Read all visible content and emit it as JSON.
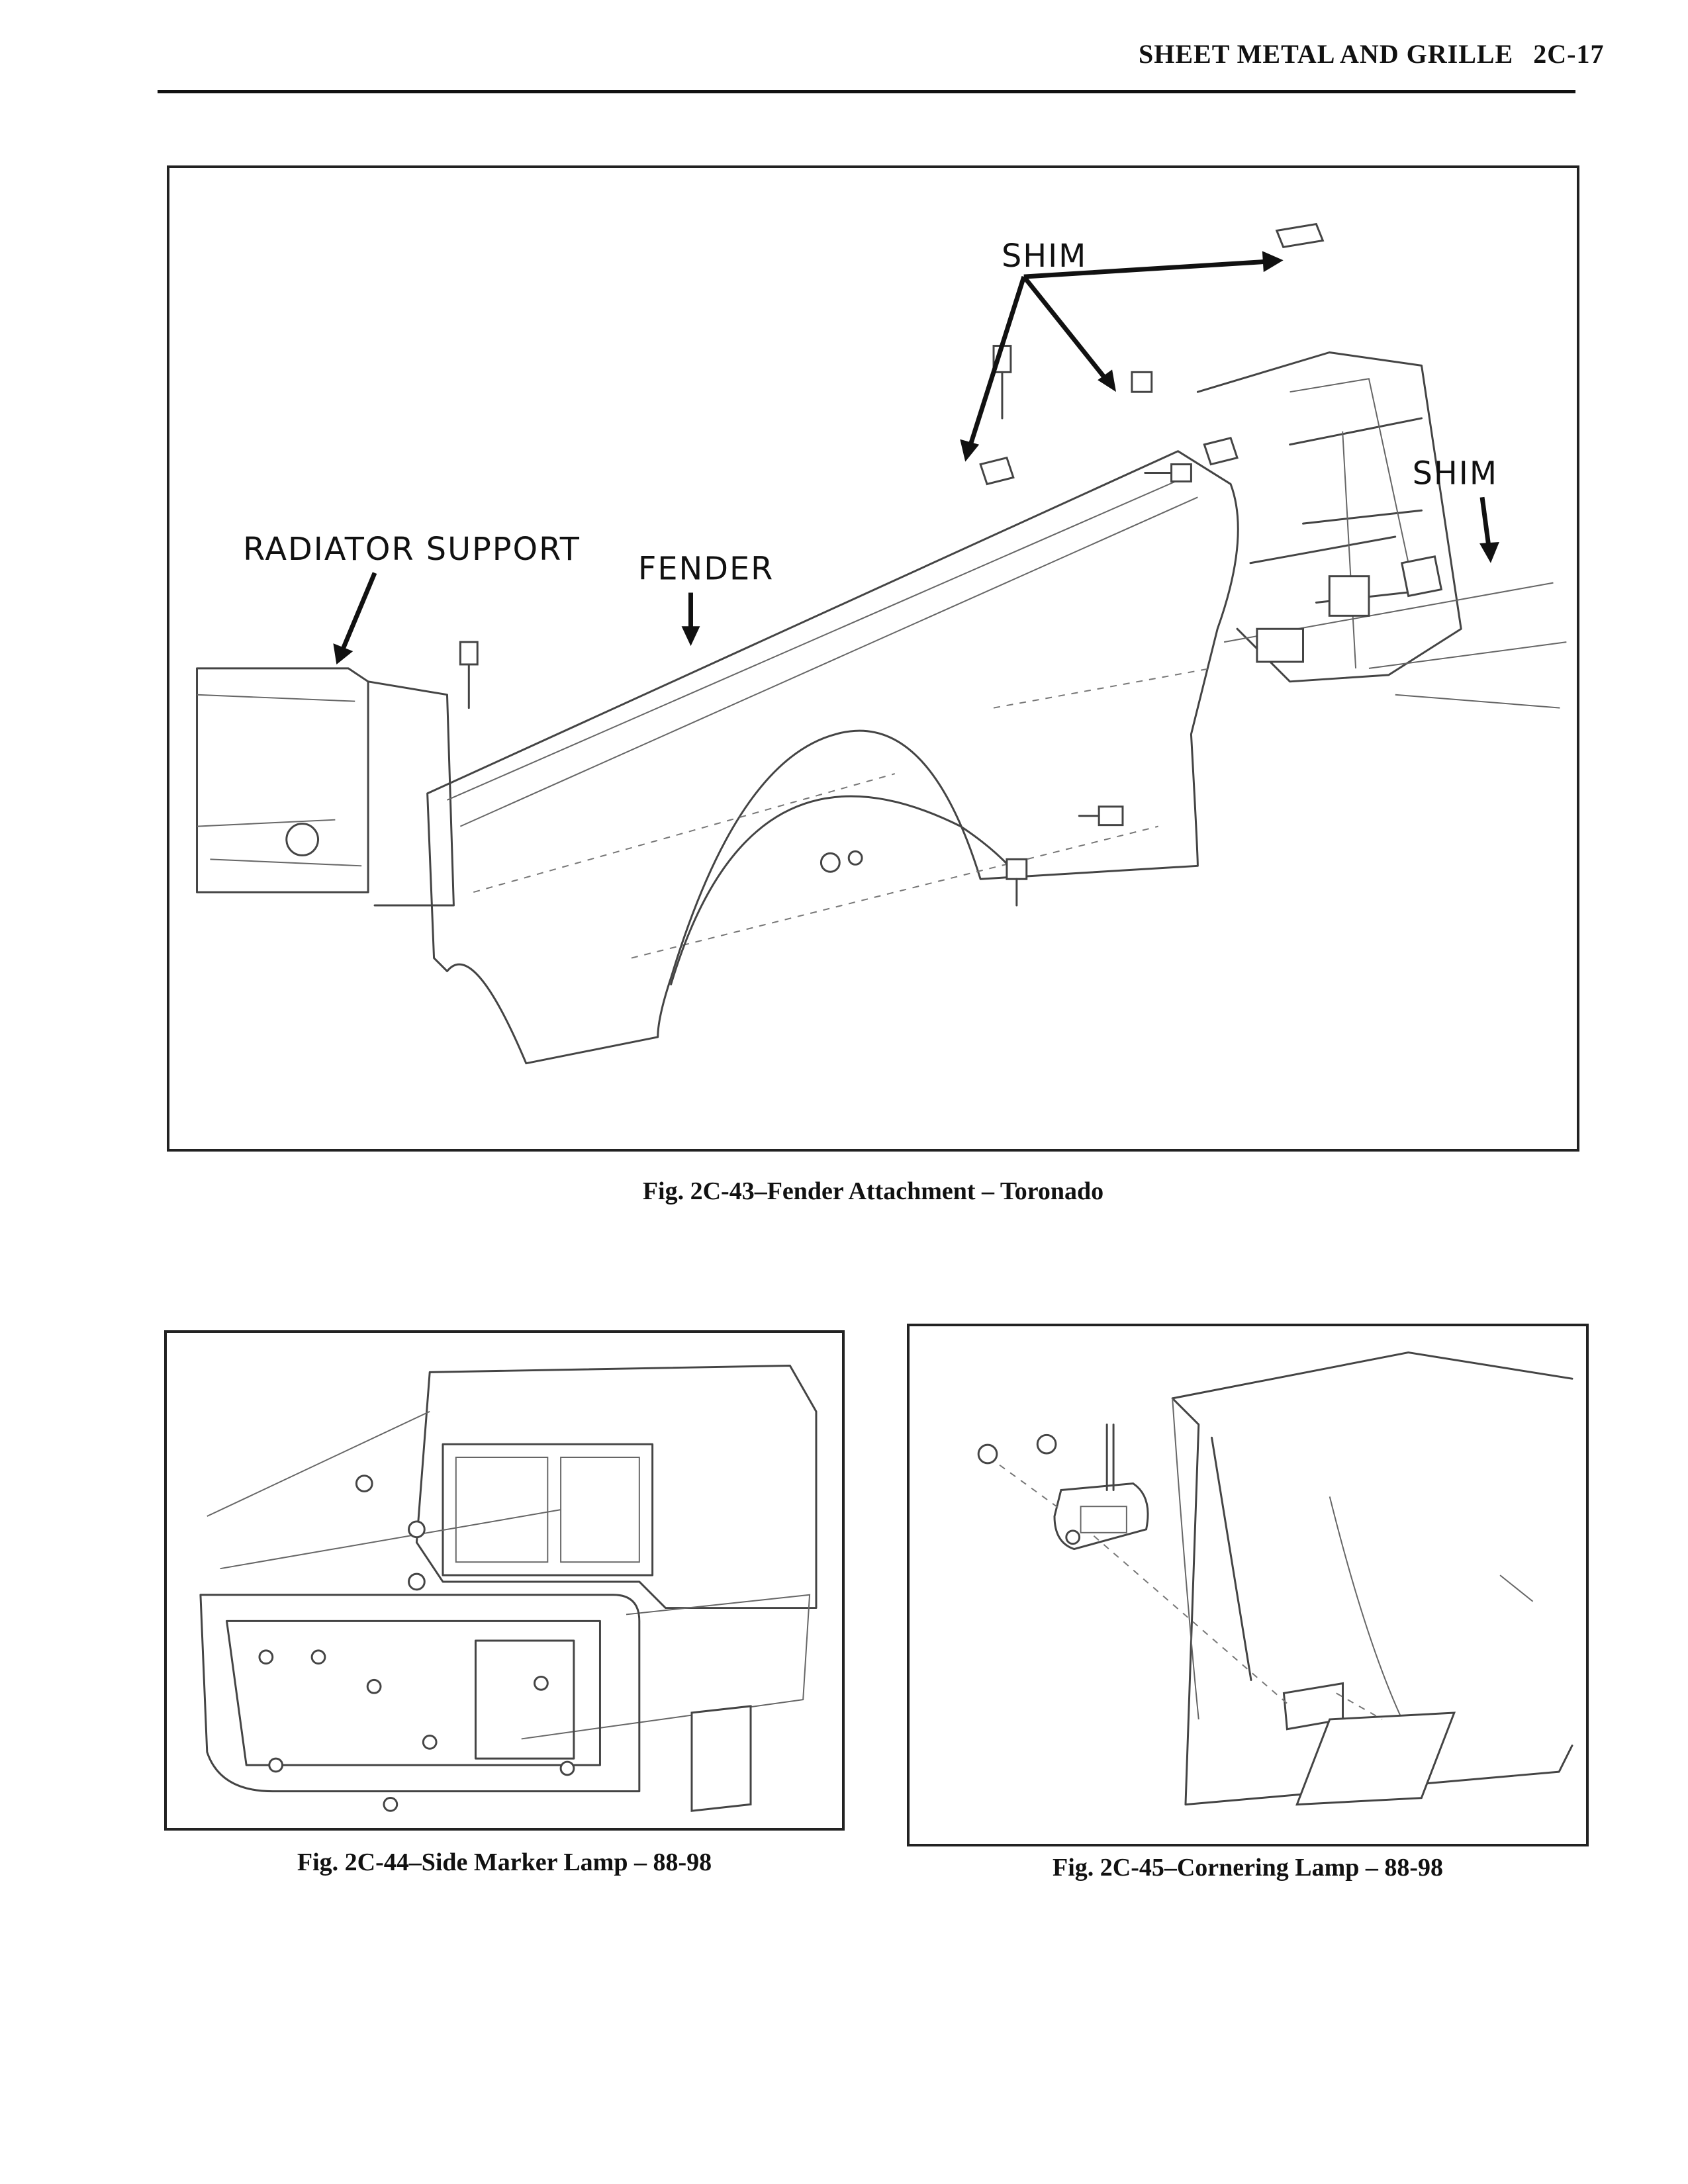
{
  "header": {
    "section": "SHEET METAL AND GRILLE",
    "page": "2C-17"
  },
  "figures": [
    {
      "caption": "Fig. 2C-43–Fender Attachment – Toronado",
      "labels": {
        "shim_top": "SHIM",
        "shim_right": "SHIM",
        "radiator_support": "RADIATOR SUPPORT",
        "fender": "FENDER"
      }
    },
    {
      "caption": "Fig. 2C-44–Side Marker Lamp – 88-98"
    },
    {
      "caption": "Fig. 2C-45–Cornering Lamp – 88-98"
    }
  ]
}
